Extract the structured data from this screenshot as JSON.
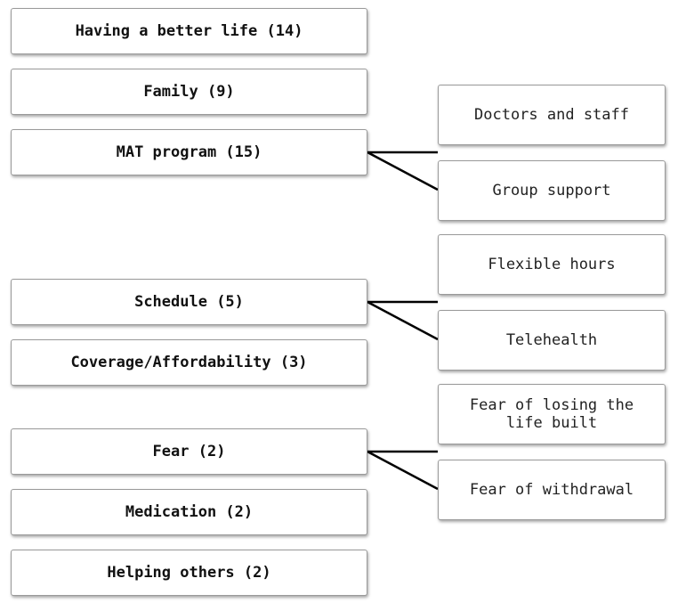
{
  "themes": [
    {
      "label": "Having a better life (14)"
    },
    {
      "label": "Family (9)"
    },
    {
      "label": "MAT program (15)"
    },
    {
      "label": "Schedule (5)"
    },
    {
      "label": "Coverage/Affordability (3)"
    },
    {
      "label": "Fear (2)"
    },
    {
      "label": "Medication (2)"
    },
    {
      "label": "Helping others (2)"
    }
  ],
  "subthemes": [
    {
      "label": "Doctors and staff",
      "parent": "MAT program (15)"
    },
    {
      "label": "Group support",
      "parent": "MAT program (15)"
    },
    {
      "label": "Flexible hours",
      "parent": "Schedule (5)"
    },
    {
      "label": "Telehealth",
      "parent": "Schedule (5)"
    },
    {
      "label": "Fear of losing the life built",
      "parent": "Fear (2)"
    },
    {
      "label": "Fear of withdrawal",
      "parent": "Fear (2)"
    }
  ]
}
